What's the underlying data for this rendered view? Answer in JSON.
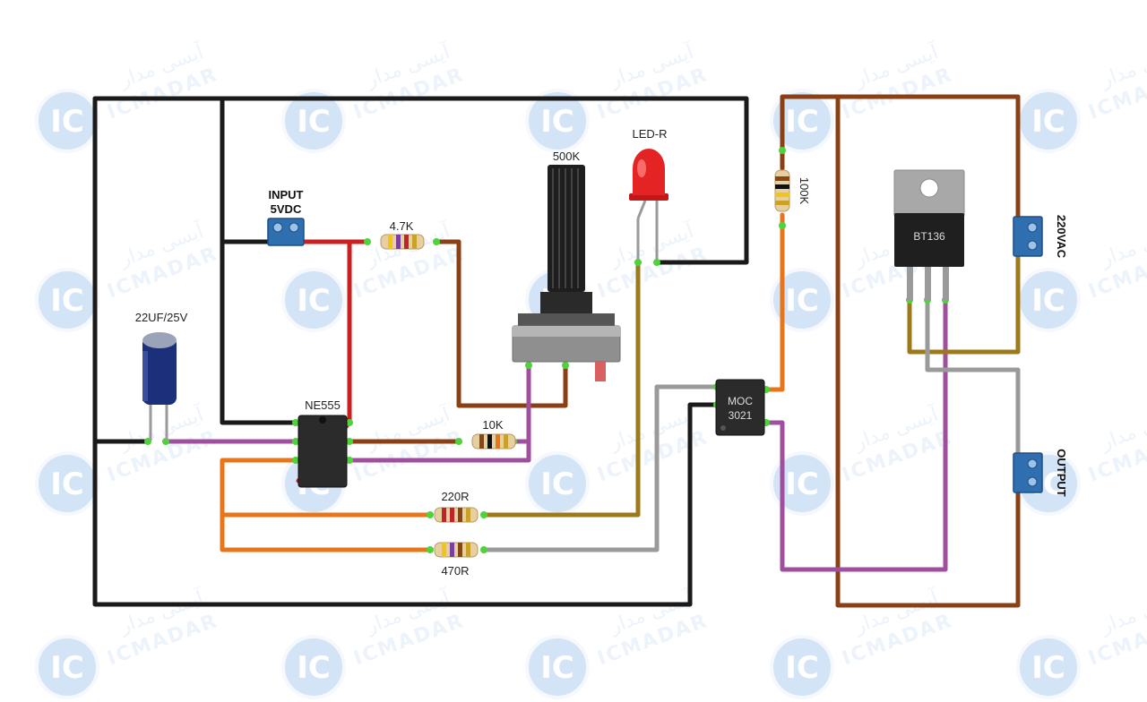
{
  "labels": {
    "input": "INPUT",
    "input_voltage": "5VDC",
    "r_4k7": "4.7K",
    "pot": "500K",
    "led": "LED-R",
    "r_100k": "100K",
    "capacitor": "22UF/25V",
    "ic_555": "NE555",
    "r_10k": "10K",
    "r_220": "220R",
    "r_470": "470R",
    "moc_line1": "MOC",
    "moc_line2": "3021",
    "triac": "BT136",
    "ac_in": "220VAC",
    "output": "OUTPUT"
  },
  "watermark": {
    "brand": "ICMADAR",
    "brand_fa": "آیسی مدار",
    "logo": "IC"
  },
  "colors": {
    "black_wire": "#1a1a1a",
    "red_wire": "#cc1f1f",
    "brown_wire": "#8b3f14",
    "purple_wire": "#a04f9e",
    "orange_wire": "#e8751a",
    "olive_wire": "#9c7a1c",
    "gray_wire": "#9a9a9a",
    "terminal_blue": "#2f6fb0",
    "connector_green": "#4fd33a",
    "watermark_blue": "#3a86d4"
  }
}
